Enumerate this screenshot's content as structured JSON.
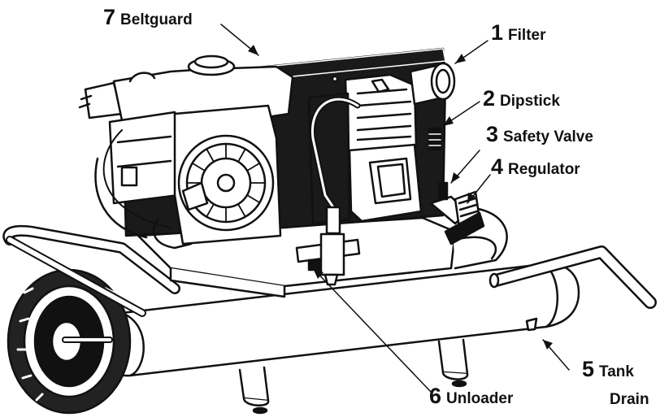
{
  "labels": [
    {
      "key": "beltguard",
      "num": "7",
      "text": "Beltguard"
    },
    {
      "key": "filter",
      "num": "1",
      "text": "Filter"
    },
    {
      "key": "dipstick",
      "num": "2",
      "text": "Dipstick"
    },
    {
      "key": "safety_valve",
      "num": "3",
      "text": "Safety Valve"
    },
    {
      "key": "regulator",
      "num": "4",
      "text": "Regulator"
    },
    {
      "key": "tank_drain",
      "num": "5",
      "text_line1": "Tank",
      "text_line2": "Drain"
    },
    {
      "key": "unloader",
      "num": "6",
      "text": "Unloader"
    }
  ],
  "colors": {
    "ink": "#111111",
    "metal": "#ffffff",
    "dark": "#1a1a1a"
  }
}
